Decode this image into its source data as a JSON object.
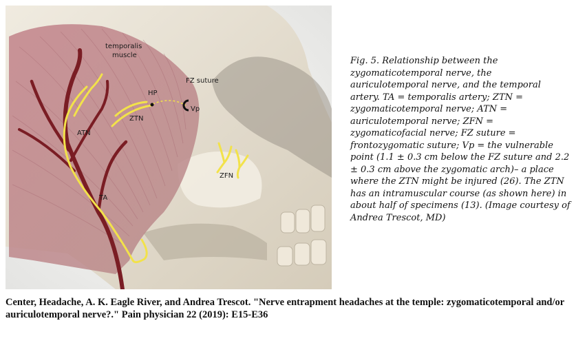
{
  "figure": {
    "labels": {
      "temporalis_muscle": [
        "temporalis",
        "muscle"
      ],
      "fz_suture": "FZ suture",
      "hp": "HP",
      "vp": "Vp",
      "ztn": "ZTN",
      "atn": "ATN",
      "ta": "TA",
      "zfn": "ZFN"
    }
  },
  "caption": "Fig. 5.  Relationship between the zygomaticotemporal nerve, the auriculotemporal nerve, and the temporal artery. TA = temporalis artery; ZTN = zygomaticotemporal nerve; ATN = auriculotemporal nerve; ZFN = zygomaticofacial nerve; FZ suture = frontozygomatic suture; Vp = the vulnerable point (1.1 ± 0.3 cm below the FZ suture and 2.2 ± 0.3 cm above the zygomatic arch)– a place where the ZTN might be injured (26). The ZTN has an intramuscular course  (as shown here) in about half of specimens (13).  (Image courtesy of Andrea Trescot, MD)",
  "citation": "Center, Headache, A. K. Eagle River, and Andrea Trescot. \"Nerve entrapment headaches at the temple: zygomaticotemporal and/or auriculotemporal nerve?.\" Pain physician 22 (2019): E15-E36",
  "colors": {
    "muscle": "#c98a8e",
    "bone": "#e9e2d3",
    "artery": "#7a1d24",
    "nerve": "#f2e24a"
  }
}
